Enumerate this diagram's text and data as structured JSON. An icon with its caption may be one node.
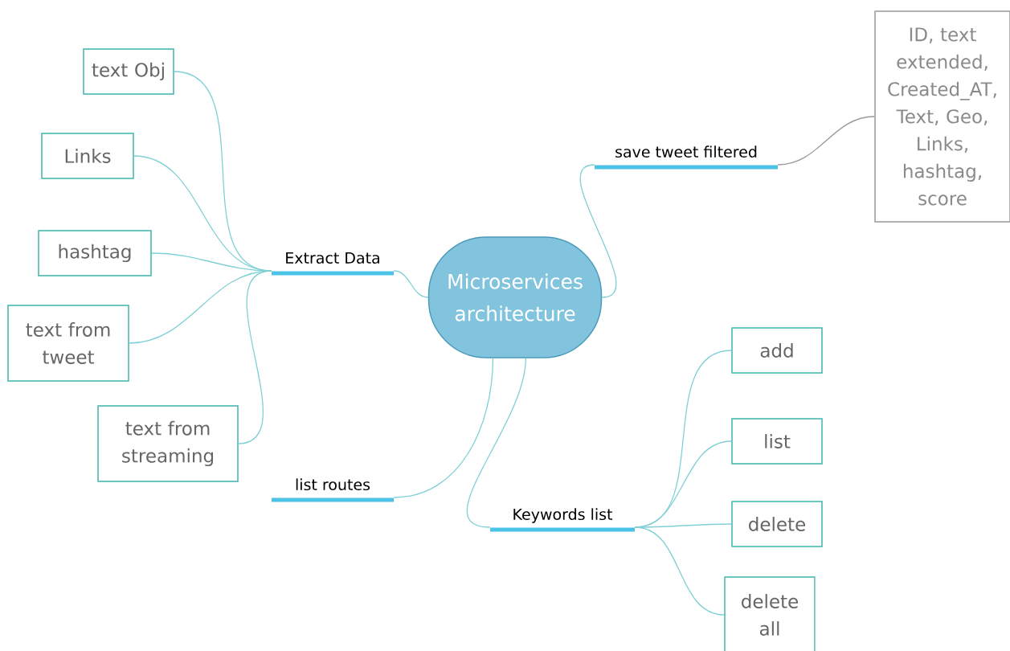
{
  "diagram": {
    "nodes": [
      {
        "text": [
          "Microservices architecture"
        ]
      },
      {
        "text": [
          "save tweet filtered"
        ]
      },
      {
        "text": [
          "ID, text extended, Created_AT, Text, Geo, Links, hashtag, score"
        ]
      },
      {
        "text": [
          "Extract Data"
        ]
      },
      {
        "text": [
          "text Obj"
        ]
      },
      {
        "text": [
          "Links"
        ]
      },
      {
        "text": [
          "hashtag"
        ]
      },
      {
        "text": [
          "text from tweet"
        ]
      },
      {
        "text": [
          "text from streaming"
        ]
      },
      {
        "text": [
          "list routes"
        ]
      },
      {
        "text": [
          "Keywords list"
        ]
      },
      {
        "text": [
          "add"
        ]
      },
      {
        "text": [
          "list"
        ]
      },
      {
        "text": [
          "delete"
        ]
      },
      {
        "text": [
          "delete all"
        ]
      }
    ],
    "edges": [
      {
        "from": 0,
        "to": 1,
        "arrow": "none"
      },
      {
        "from": 1,
        "to": 2,
        "arrow": "none",
        "color": "#999999"
      },
      {
        "from": 0,
        "to": 3,
        "arrow": "none"
      },
      {
        "from": 3,
        "to": 4,
        "arrow": "none"
      },
      {
        "from": 3,
        "to": 5,
        "arrow": "none"
      },
      {
        "from": 3,
        "to": 6,
        "arrow": "none"
      },
      {
        "from": 3,
        "to": 7,
        "arrow": "none"
      },
      {
        "from": 3,
        "to": 8,
        "arrow": "none"
      },
      {
        "from": 0,
        "to": 9,
        "arrow": "none"
      },
      {
        "from": 0,
        "to": 10,
        "arrow": "none"
      },
      {
        "from": 10,
        "to": 11,
        "arrow": "none"
      },
      {
        "from": 10,
        "to": 12,
        "arrow": "none"
      },
      {
        "from": 10,
        "to": 13,
        "arrow": "none"
      },
      {
        "from": 10,
        "to": 14,
        "arrow": "none"
      }
    ]
  }
}
